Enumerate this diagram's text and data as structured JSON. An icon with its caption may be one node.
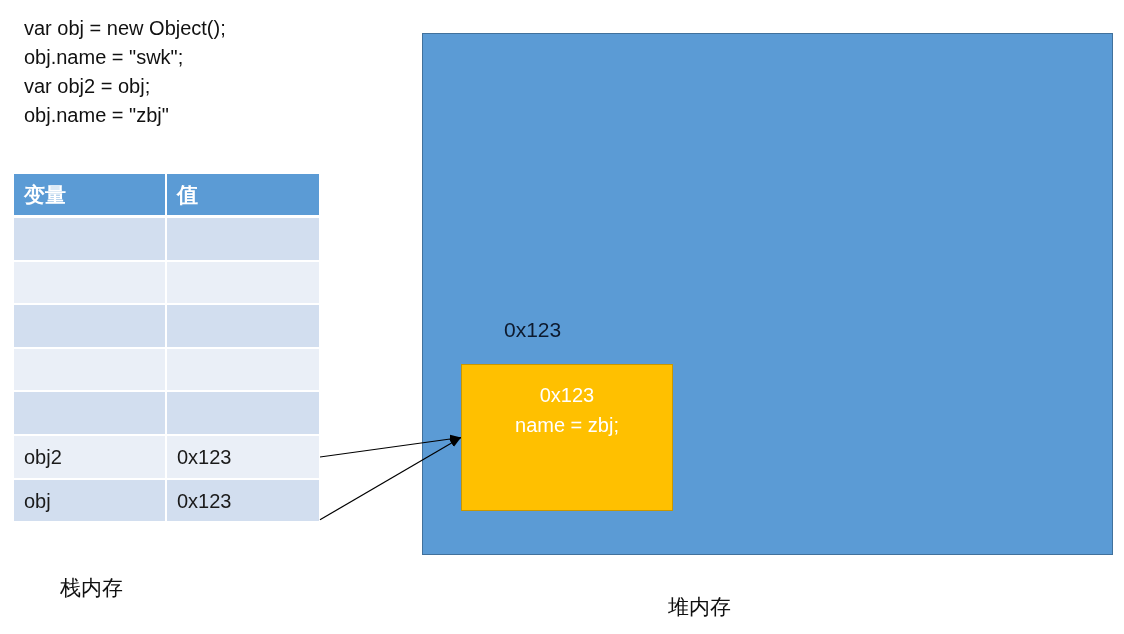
{
  "diagram": {
    "nodes": [
      {
        "text": [
          "变量",
          "值"
        ]
      },
      {
        "text": [],
        "shape": "bar"
      },
      {
        "text": [],
        "shape": "bar"
      },
      {
        "text": [],
        "shape": "bar"
      },
      {
        "text": [],
        "shape": "bar"
      },
      {
        "text": [],
        "shape": "bar"
      },
      {
        "text": [
          "obj2",
          "0x123"
        ]
      },
      {
        "text": [
          "obj",
          "0x123"
        ]
      },
      {
        "text": [],
        "shape": "box",
        "beside": [
          "堆内存"
        ]
      },
      {
        "text": [
          "0x123",
          "name = zbj;"
        ],
        "in": 8,
        "beside": [
          "0x123"
        ]
      }
    ],
    "edges": [
      {
        "from": 6,
        "to": 9,
        "arrow": "to"
      },
      {
        "from": 7,
        "to": 9,
        "arrow": "to"
      }
    ],
    "labels": [
      "var obj = new Object();",
      "obj.name = \"swk\";",
      "var obj2 = obj;",
      "obj.name = \"zbj\"",
      "栈内存"
    ]
  }
}
